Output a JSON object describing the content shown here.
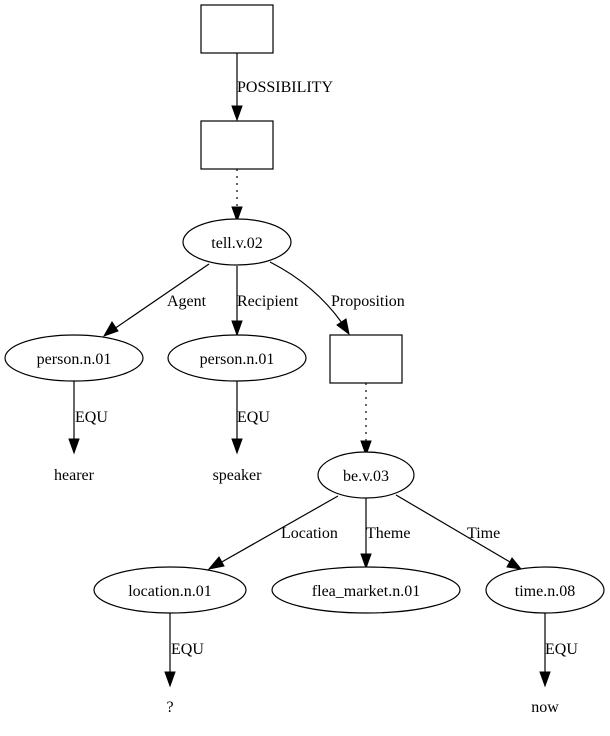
{
  "nodes": {
    "box1": "",
    "box2": "",
    "tell": "tell.v.02",
    "person1": "person.n.01",
    "person2": "person.n.01",
    "box3": "",
    "hearer": "hearer",
    "speaker": "speaker",
    "be": "be.v.03",
    "location": "location.n.01",
    "flea": "flea_market.n.01",
    "time": "time.n.08",
    "unknown": "?",
    "now": "now"
  },
  "edges": {
    "possibility": "POSSIBILITY",
    "agent": "Agent",
    "recipient": "Recipient",
    "proposition": "Proposition",
    "equ1": "EQU",
    "equ2": "EQU",
    "location": "Location",
    "theme": "Theme",
    "time": "Time",
    "equ3": "EQU",
    "equ4": "EQU"
  }
}
